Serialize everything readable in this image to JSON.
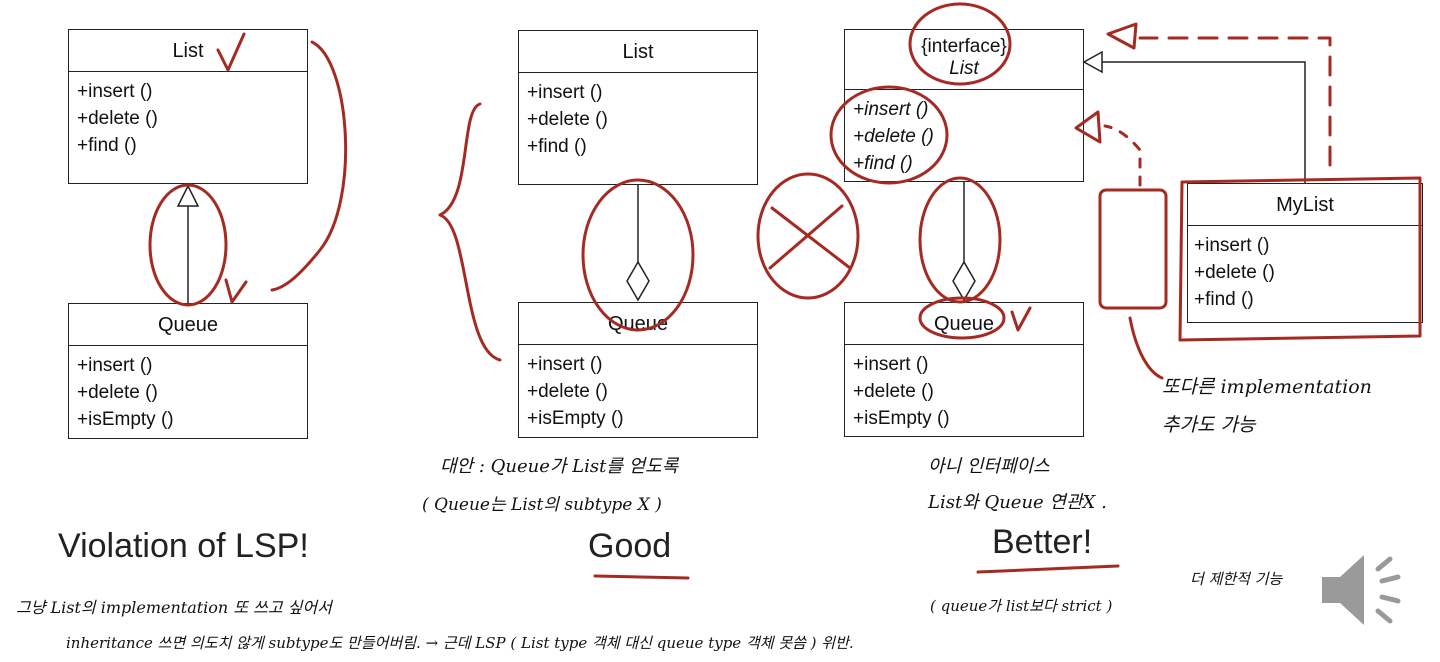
{
  "diagrams": {
    "violation": {
      "parent": {
        "name": "List",
        "methods": [
          "+insert ()",
          "+delete ()",
          "+find ()"
        ]
      },
      "child": {
        "name": "Queue",
        "methods": [
          "+insert ()",
          "+delete ()",
          "+isEmpty ()"
        ]
      }
    },
    "good": {
      "whole": {
        "name": "List",
        "methods": [
          "+insert ()",
          "+delete ()",
          "+find ()"
        ]
      },
      "part": {
        "name": "Queue",
        "methods": [
          "+insert ()",
          "+delete ()",
          "+isEmpty ()"
        ]
      }
    },
    "better": {
      "interface": {
        "stereotype": "{interface}",
        "name": "List",
        "methods": [
          "+insert ()",
          "+delete ()",
          "+find ()"
        ]
      },
      "queue": {
        "name": "Queue",
        "methods": [
          "+insert ()",
          "+delete ()",
          "+isEmpty ()"
        ]
      },
      "impl": {
        "name": "MyList",
        "methods": [
          "+insert ()",
          "+delete ()",
          "+find ()"
        ]
      }
    }
  },
  "captions": {
    "violation": "Violation of LSP!",
    "good": "Good",
    "better": "Better!"
  },
  "notes": {
    "good_line1": "대안 : Queue가 List를 얻도록",
    "good_line2": "( Queue는 List의 subtype X )",
    "better_line1": "아니 인터페이스",
    "better_line2": "List와 Queue 연관X .",
    "impl_line1": "또다른 implementation",
    "impl_line2": "추가도 가능",
    "strict_line": "( queue가 list보다 strict )",
    "strict_tag": "더 제한적 기능",
    "bottom_line1": "그냥 List의 implementation 또 쓰고 싶어서",
    "bottom_line2": "inheritance 쓰면 의도치 않게 subtype도 만들어버림. → 근데 LSP ( List type 객체 대신 queue type 객체 못씀 ) 위반."
  },
  "colors": {
    "ink": "#a52a22",
    "box": "#222222"
  },
  "icons": {
    "speaker": "speaker-icon"
  }
}
